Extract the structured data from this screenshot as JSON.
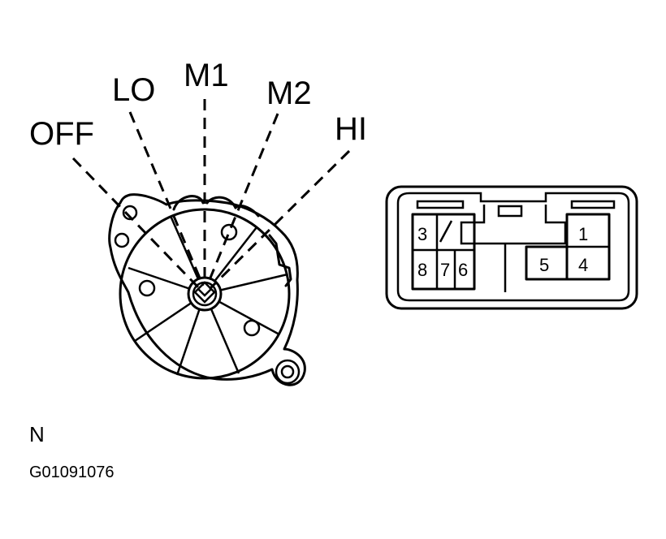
{
  "switch": {
    "positions": [
      "OFF",
      "LO",
      "M1",
      "M2",
      "HI"
    ]
  },
  "connector": {
    "pins": [
      "3",
      "8",
      "7",
      "6",
      "1",
      "5",
      "4"
    ]
  },
  "footer": {
    "note": "N",
    "code": "G01091076"
  }
}
